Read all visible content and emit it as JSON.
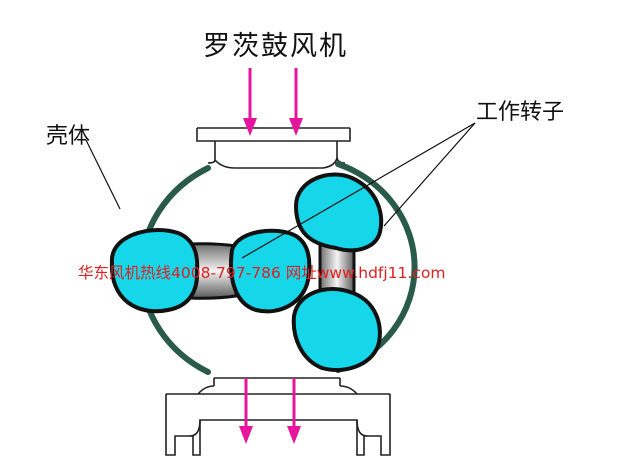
{
  "title": "罗茨鼓风机",
  "labels": {
    "housing": "壳体",
    "rotors": "工作转子"
  },
  "watermark": "华东风机热线4008-797-786 网址www.hdfj11.com",
  "colors": {
    "housing_stroke": "#2a5b4a",
    "rotor_fill": "#16d6ea",
    "rotor_outline": "#111111",
    "flow_arrow": "#e6169c",
    "watermark": "#e02020",
    "text": "#111111"
  },
  "icons": {
    "flow_in": "arrow-down-icon",
    "flow_out": "arrow-down-icon"
  }
}
